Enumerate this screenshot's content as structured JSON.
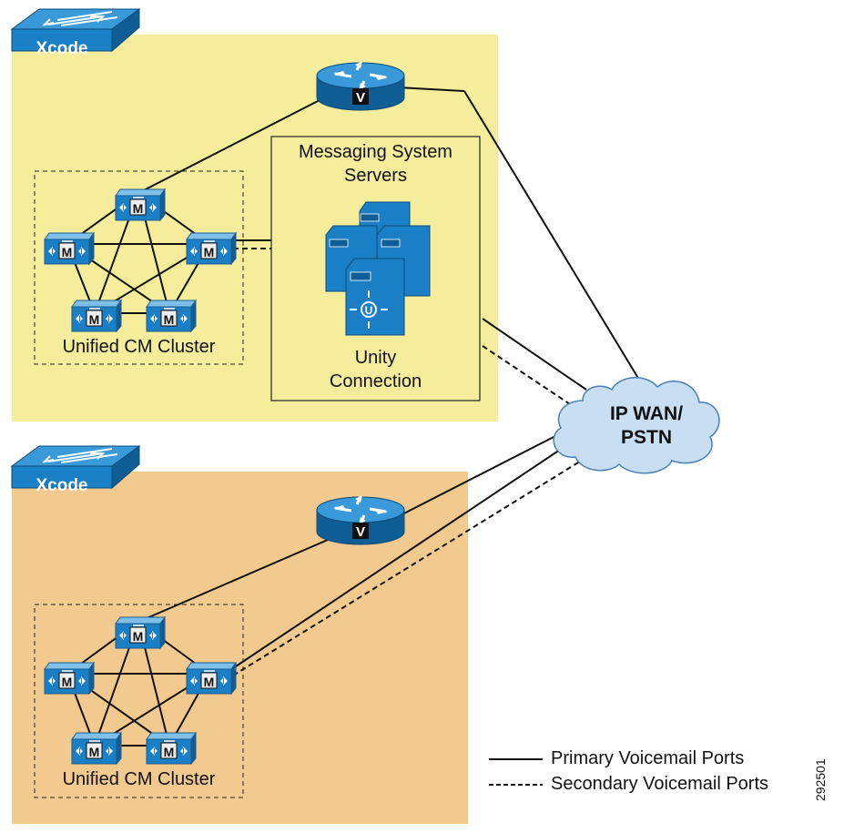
{
  "site_a": {
    "switch_label": "Xcode",
    "cluster_label": "Unified CM Cluster",
    "router_badge": "V",
    "cm_badge": "M",
    "messaging_box": {
      "title_line1": "Messaging System",
      "title_line2": "Servers",
      "product_line1": "Unity",
      "product_line2": "Connection"
    }
  },
  "site_b": {
    "switch_label": "Xcode",
    "cluster_label": "Unified CM Cluster",
    "router_badge": "V",
    "cm_badge": "M"
  },
  "cloud": {
    "line1": "IP WAN/",
    "line2": "PSTN"
  },
  "legend": {
    "primary": "Primary Voicemail Ports",
    "secondary": "Secondary Voicemail Ports"
  },
  "figure_id": "292501",
  "colors": {
    "site_a_fill": "#f5ed9c",
    "site_b_fill": "#f2c98f",
    "device_blue": "#1a7fc4",
    "cloud_fill": "#c8def2"
  }
}
